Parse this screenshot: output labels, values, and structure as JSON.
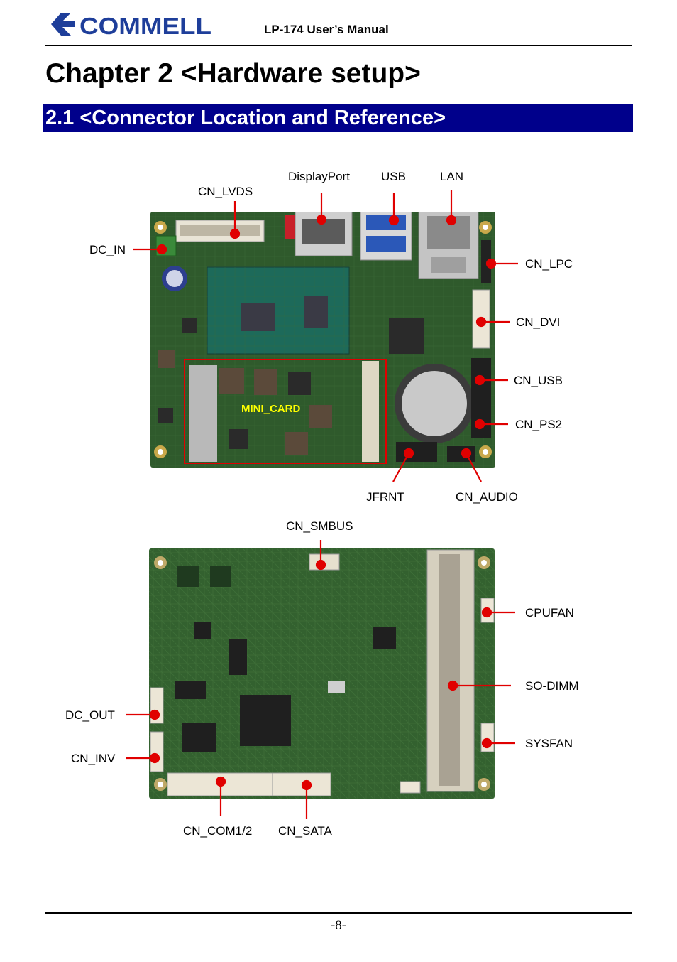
{
  "header": {
    "logo_text": "COMMELL",
    "manual_title": "LP-174 User’s Manual"
  },
  "chapter_title": "Chapter 2 <Hardware setup>",
  "section_title": "2.1 <Connector Location and Reference>",
  "colors": {
    "section_bar": "#00008b",
    "logo": "#1e3e9a",
    "callout": "#e00000",
    "mini_card_box": "#e00000",
    "mini_card_text": "#ffff00",
    "pcb": "#2f5a2c"
  },
  "top_board": {
    "labels": {
      "cn_lvds": "CN_LVDS",
      "displayport": "DisplayPort",
      "usb": "USB",
      "lan": "LAN",
      "dc_in": "DC_IN",
      "cn_lpc": "CN_LPC",
      "cn_dvi": "CN_DVI",
      "cn_usb": "CN_USB",
      "cn_ps2": "CN_PS2",
      "mini_card": "MINI_CARD",
      "jfrnt": "JFRNT",
      "cn_audio": "CN_AUDIO"
    }
  },
  "bottom_board": {
    "labels": {
      "cn_smbus": "CN_SMBUS",
      "cpufan": "CPUFAN",
      "so_dimm": "SO-DIMM",
      "sysfan": "SYSFAN",
      "dc_out": "DC_OUT",
      "cn_inv": "CN_INV",
      "cn_com12": "CN_COM1/2",
      "cn_sata": "CN_SATA"
    }
  },
  "footer": {
    "page_number": "-8-"
  }
}
